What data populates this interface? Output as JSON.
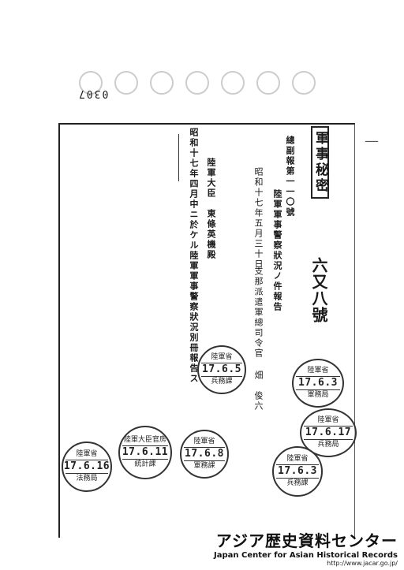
{
  "document": {
    "doc_number": "0307",
    "classification": "軍事秘密",
    "stamp_code": "六又八號",
    "columns": [
      "總副報第一一〇號",
      "陸軍軍事警察狀況ノ件報告",
      "昭和十七年五月三十日",
      "支那派遣軍總司令官",
      "畑　俊六",
      "陸軍大臣　東條英機殿",
      "昭和十七年四月中ニ於ケル陸軍軍事警察狀況別冊報告ス"
    ]
  },
  "stamps": [
    {
      "top": "陸軍省",
      "date": "17.6.5",
      "bottom": "兵務課"
    },
    {
      "top": "陸軍省",
      "date": "17.6.3",
      "bottom": "軍務局"
    },
    {
      "top": "陸軍省",
      "date": "17.6.17",
      "bottom": "兵務局"
    },
    {
      "top": "陸軍省",
      "date": "17.6.3",
      "bottom": "兵務課"
    },
    {
      "top": "陸軍省",
      "date": "17.6.16",
      "bottom": "法務局"
    },
    {
      "top": "陸軍大臣官房",
      "date": "17.6.11",
      "bottom": "統計課"
    },
    {
      "top": "陸軍省",
      "date": "17.6.8",
      "bottom": "軍務課"
    }
  ],
  "footer": {
    "jp": "アジア歴史資料センター",
    "en": "Japan Center for Asian Historical Records",
    "url": "http://www.jacar.go.jp/"
  }
}
